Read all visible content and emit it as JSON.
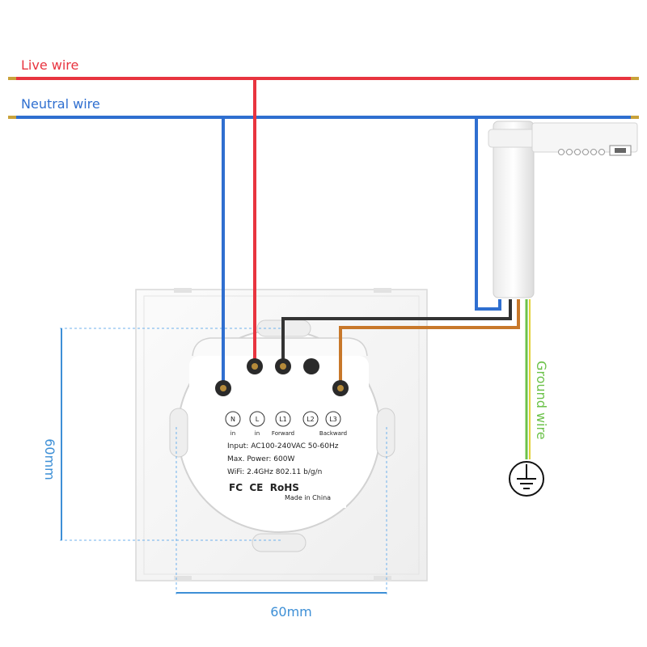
{
  "wires": {
    "live_label": "Live wire",
    "neutral_label": "Neutral wire",
    "ground_label": "Ground wire",
    "live_color": "#e8343f",
    "neutral_color": "#2f6fd0",
    "ground_color": "#6cc24a",
    "forward_color": "#333333",
    "backward_color": "#c8782a"
  },
  "terminals": [
    {
      "label": "N",
      "sub": "in"
    },
    {
      "label": "L",
      "sub": "in"
    },
    {
      "label": "L1",
      "sub": "Forward"
    },
    {
      "label": "L2",
      "sub": ""
    },
    {
      "label": "L3",
      "sub": "Backward"
    }
  ],
  "specs": {
    "input": "Input: AC100-240VAC 50-60Hz",
    "power": "Max. Power: 600W",
    "wifi": "WiFi: 2.4GHz 802.11 b/g/n",
    "marks": "FC  CE  RoHS",
    "made_in": "Made in China"
  },
  "dimensions": {
    "height_label": "60mm",
    "width_label": "60mm",
    "color": "#3d8fd6"
  },
  "icons": {
    "ground": "ground-symbol-icon",
    "motor": "curtain-motor-icon"
  }
}
